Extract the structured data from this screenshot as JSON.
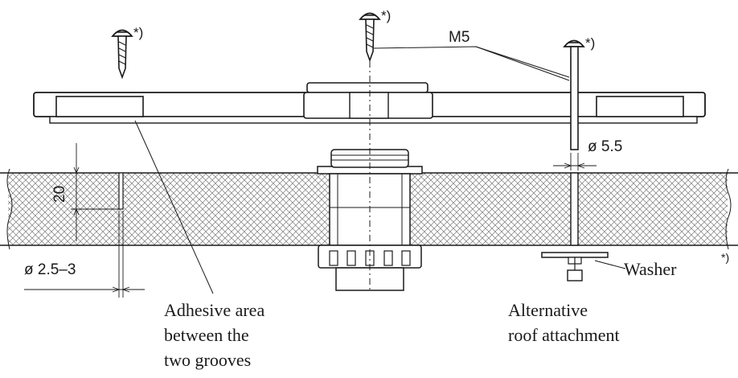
{
  "labels": {
    "screw_marker_1": "*)",
    "screw_marker_2": "*)",
    "screw_marker_3": "*)",
    "m5": "M5",
    "dia_55": "ø 5.5",
    "dim_20": "20",
    "dia_25_3": "ø 2.5–3",
    "washer": "Washer",
    "footnote_marker": "*)",
    "adhesive_line1": "Adhesive area",
    "adhesive_line2": "between the",
    "adhesive_line3": "two grooves",
    "alt_line1": "Alternative",
    "alt_line2": "roof attachment"
  },
  "colors": {
    "ink": "#1a1a1a",
    "hatch": "#6b6b6b",
    "panel_fill": "#f4f4f4",
    "paper": "#ffffff"
  }
}
